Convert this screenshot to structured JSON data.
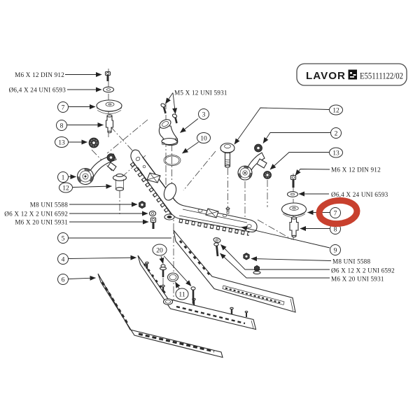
{
  "doc": {
    "brand": "LAVOR",
    "code": "E55111122/02"
  },
  "highlight": {
    "color": "#c8402e",
    "around_callout": "7"
  },
  "callouts": {
    "c7l": "7",
    "c8l": "8",
    "c13l": "13",
    "c1": "1",
    "c12l": "12",
    "c3": "3",
    "c10": "10",
    "c12r": "12",
    "c2": "2",
    "c13r": "13",
    "c7r": "7",
    "c8r": "8",
    "c9": "9",
    "c5": "5",
    "c4": "4",
    "c6": "6",
    "c20": "20",
    "c11": "11"
  },
  "labels": {
    "tl_screw": "M6 X 12 DIN 912",
    "tl_washer": "Ø6,4 X 24 UNI 6593",
    "mid_screws": "M5 X 12 UNI 5931",
    "left_nut": "M8 UNI 5588",
    "left_washer": "Ø6 X 12 X 2 UNI 6592",
    "left_screw": "M6 X 20 UNI 5931",
    "right_screw": "M6 X 12 DIN 912",
    "right_washer": "Ø6,4 X 24 UNI 6593",
    "right_nut": "M8 UNI 5588",
    "right_washer2": "Ø6 X 12 X 2 UNI 6592",
    "right_screw2": "M6 X 20 UNI 5931"
  }
}
